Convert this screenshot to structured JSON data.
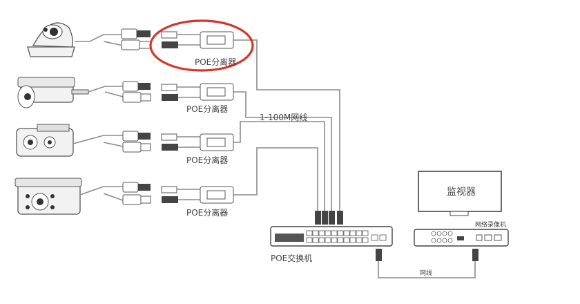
{
  "splitter_label": "POE分离器",
  "cable_label": "1-100M网线",
  "monitor_label": "监视器",
  "nvr_label": "网络录像机",
  "switch_label": "POE交换机",
  "network_cable_label": "网线",
  "colors": {
    "highlight": "#d9332b",
    "line": "#8a8a8a",
    "device": "#333333"
  }
}
